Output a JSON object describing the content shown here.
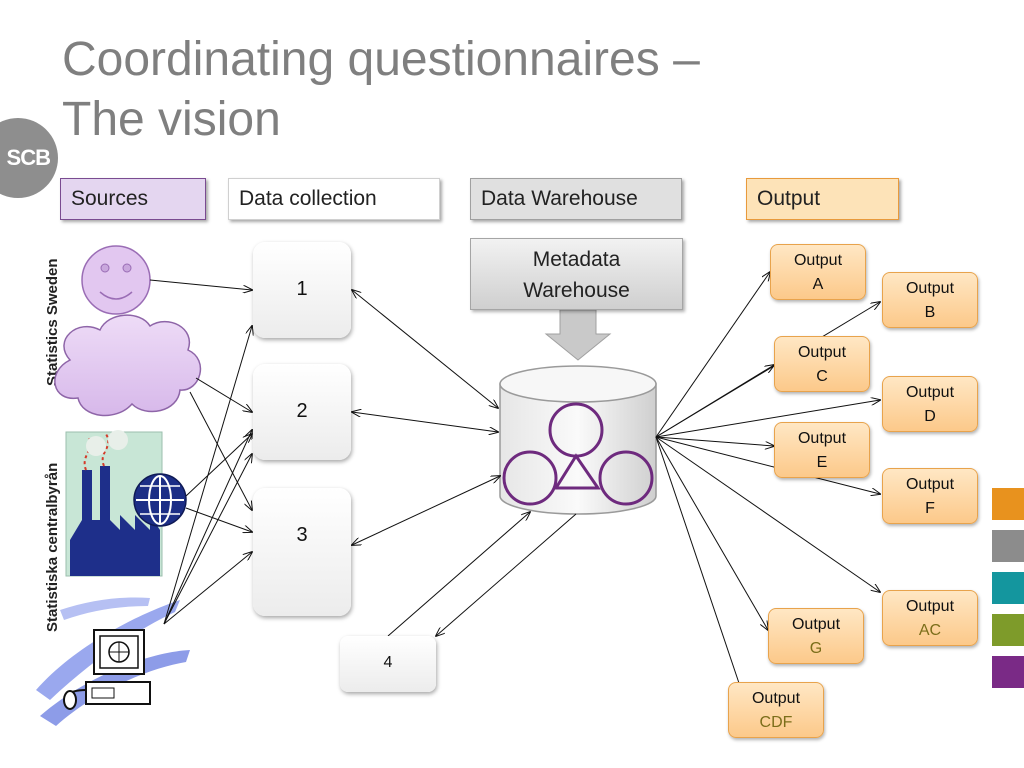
{
  "slide": {
    "title_line1": "Coordinating questionnaires –",
    "title_line2": "The vision",
    "logo_text": "SCB",
    "vertical_text_top": "Statistics Sweden",
    "vertical_text_bottom": "Statistiska centralbyrån"
  },
  "headers": {
    "sources": "Sources",
    "data_collection": "Data collection",
    "data_warehouse": "Data Warehouse",
    "output": "Output"
  },
  "collection": {
    "box1": "1",
    "box2": "2",
    "box3": "3",
    "box4": "4"
  },
  "metadata": {
    "line1": "Metadata",
    "line2": "Warehouse"
  },
  "outputs": [
    {
      "line1": "Output",
      "line2": "A"
    },
    {
      "line1": "Output",
      "line2": "B"
    },
    {
      "line1": "Output",
      "line2": "C"
    },
    {
      "line1": "Output",
      "line2": "D"
    },
    {
      "line1": "Output",
      "line2": "E"
    },
    {
      "line1": "Output",
      "line2": "F"
    },
    {
      "line1": "Output",
      "line2": "AC"
    },
    {
      "line1": "Output",
      "line2": "G"
    },
    {
      "line1": "Output",
      "line2": "CDF"
    }
  ],
  "colors": {
    "title": "#7f7f7f",
    "sources_fill": "#e4d6f0",
    "sources_border": "#7a4b91",
    "output_fill": "#fcc98a",
    "output_border": "#e8a34c",
    "warehouse_fill": "#e0e0e0",
    "swatches": [
      "#e8921e",
      "#8c8c8c",
      "#14969e",
      "#7e9b2a",
      "#7a2a86"
    ]
  },
  "icons": [
    "smiley-face-icon",
    "cloud-icon",
    "factory-icon",
    "globe-icon",
    "computer-terminal-icon",
    "database-cylinder-icon"
  ]
}
